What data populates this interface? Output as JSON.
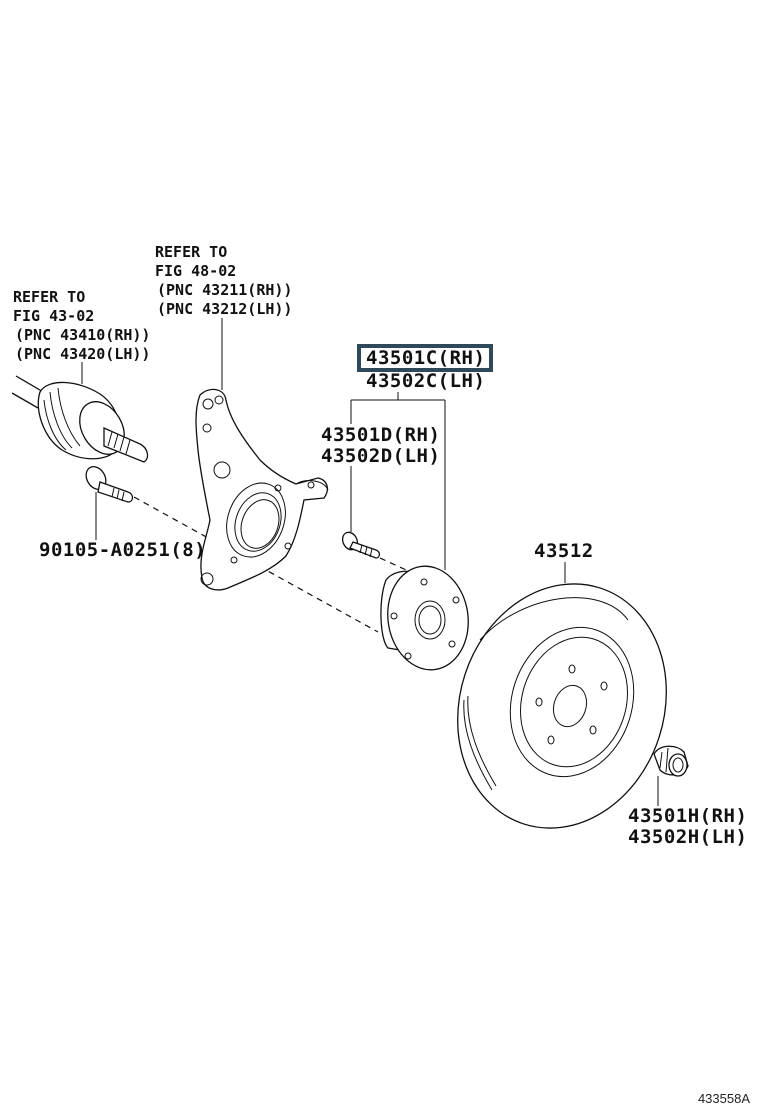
{
  "diagram": {
    "figure_id": "433558A",
    "highlight_color": "#2e4a5a",
    "callouts": {
      "drive_shaft": {
        "lines": [
          "REFER TO",
          "FIG 43-02",
          "(PNC 43410(RH))",
          "(PNC 43420(LH))"
        ]
      },
      "knuckle": {
        "lines": [
          "REFER TO",
          "FIG 48-02",
          "(PNC 43211(RH))",
          "(PNC 43212(LH))"
        ]
      },
      "bolt": {
        "label": "90105-A0251(8)"
      },
      "hub_assembly": {
        "rh": "43501C(RH)",
        "lh": "43502C(LH)",
        "highlighted": "43501C(RH)"
      },
      "hub_bolt": {
        "rh": "43501D(RH)",
        "lh": "43502D(LH)"
      },
      "disc": {
        "label": "43512"
      },
      "nut": {
        "rh": "43501H(RH)",
        "lh": "43502H(LH)"
      }
    },
    "parts": [
      {
        "name": "drive-shaft-joint",
        "icon": "cv-joint"
      },
      {
        "name": "steering-knuckle",
        "icon": "knuckle"
      },
      {
        "name": "knuckle-bolt",
        "icon": "bolt"
      },
      {
        "name": "hub-bolt",
        "icon": "stud-bolt"
      },
      {
        "name": "axle-hub",
        "icon": "hub-flange"
      },
      {
        "name": "brake-disc",
        "icon": "rotor-disc"
      },
      {
        "name": "hub-nut",
        "icon": "nut"
      }
    ]
  }
}
